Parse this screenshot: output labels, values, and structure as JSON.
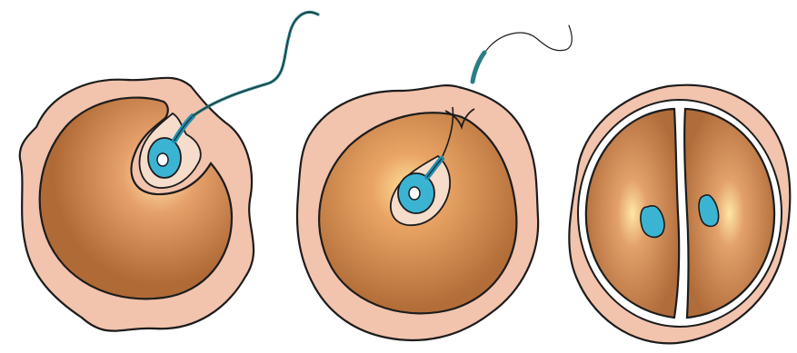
{
  "colors": {
    "background": "#ffffff",
    "outline": "#1c1c1c",
    "zona_pellucida": "#f2c3ad",
    "cytoplasm": "#b8743e",
    "cytoplasm_glow": "#ffe8a8",
    "perivitelline": "#f3d9c9",
    "nucleus": "#3bb4d4",
    "nucleus_dark": "#1f8eb0",
    "nucleolus": "#ffffff",
    "sperm_tail": "#2a7f86"
  },
  "stages": [
    {
      "id": "sperm-entering",
      "description_visible": ""
    },
    {
      "id": "sperm-inside",
      "description_visible": ""
    },
    {
      "id": "two-cell",
      "description_visible": ""
    }
  ]
}
